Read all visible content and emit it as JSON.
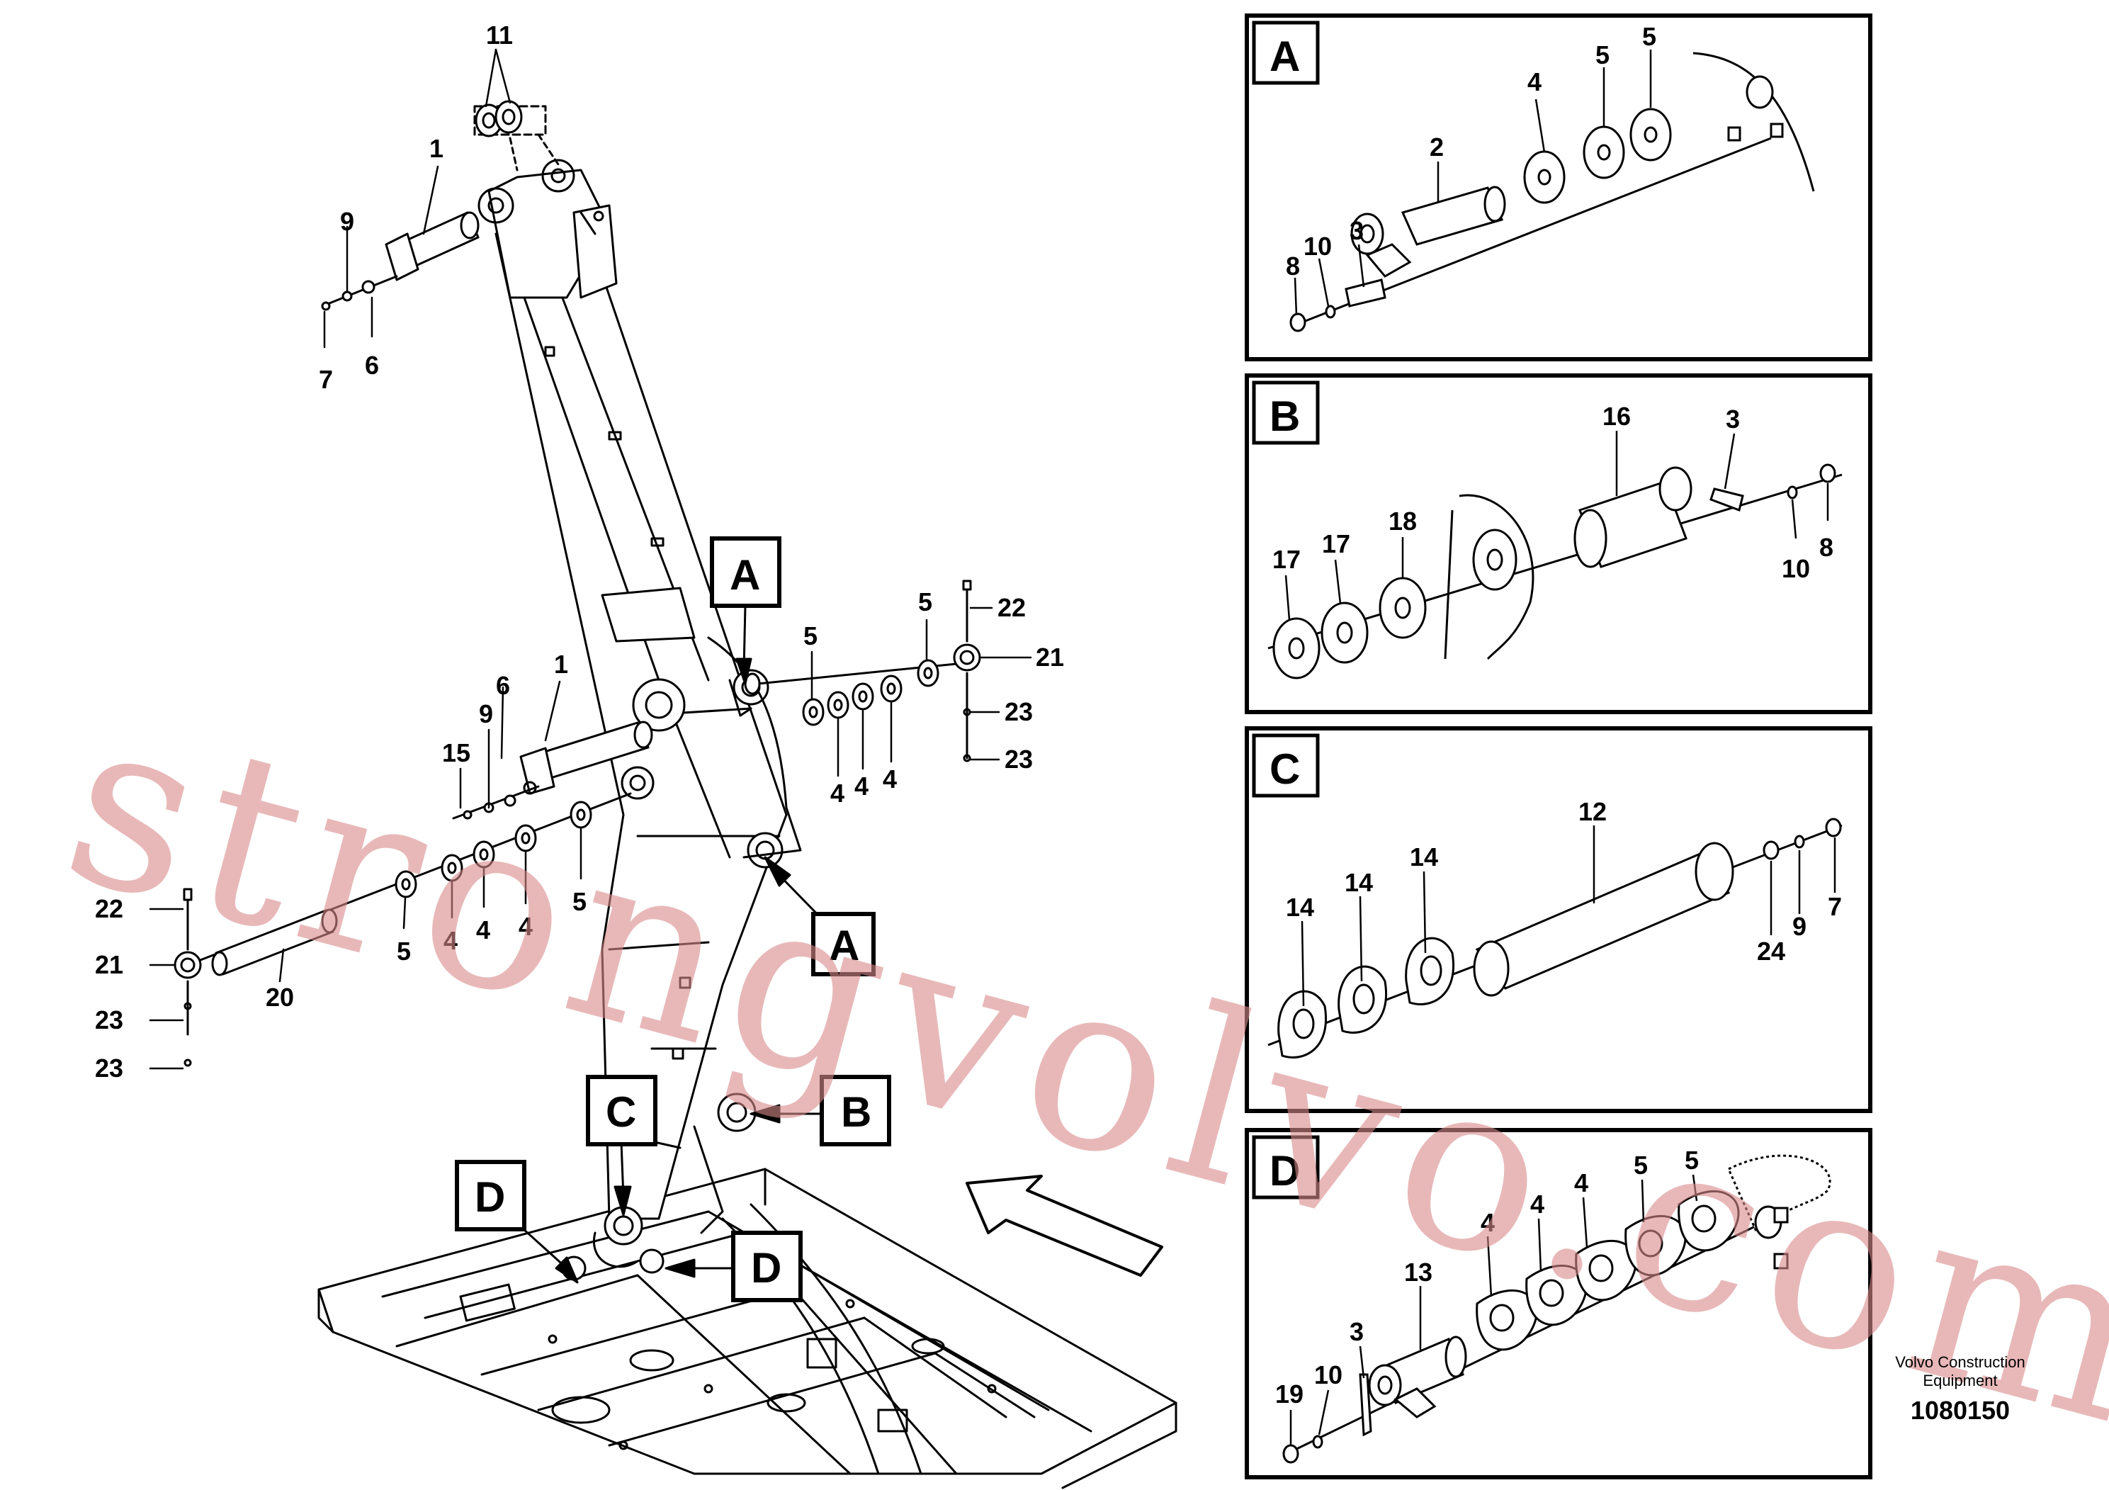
{
  "main_callouts": {
    "top_11": "11",
    "top_1": "1",
    "top_9": "9",
    "top_7": "7",
    "top_6": "6",
    "mid_1": "1",
    "mid_6": "6",
    "mid_9": "9",
    "mid_15": "15",
    "left_22": "22",
    "left_21": "21",
    "left_23a": "23",
    "left_23b": "23",
    "left_20": "20",
    "left_5a": "5",
    "left_4a": "4",
    "left_4b": "4",
    "left_4c": "4",
    "left_5b": "5",
    "right_5a": "5",
    "right_5b": "5",
    "right_4a": "4",
    "right_4b": "4",
    "right_4c": "4",
    "right_22": "22",
    "right_21": "21",
    "right_23a": "23",
    "right_23b": "23"
  },
  "view_markers": {
    "a_top": "A",
    "a_bottom": "A",
    "b": "B",
    "c": "C",
    "d_left": "D",
    "d_right": "D"
  },
  "detail_a": {
    "letter": "A",
    "labels": [
      "2",
      "3",
      "4",
      "5",
      "5",
      "8",
      "10"
    ]
  },
  "detail_b": {
    "letter": "B",
    "labels": [
      "16",
      "3",
      "17",
      "17",
      "18",
      "10",
      "8"
    ]
  },
  "detail_c": {
    "letter": "C",
    "labels": [
      "12",
      "14",
      "14",
      "14",
      "24",
      "9",
      "7"
    ]
  },
  "detail_d": {
    "letter": "D",
    "labels": [
      "13",
      "3",
      "4",
      "4",
      "4",
      "5",
      "5",
      "19",
      "10"
    ]
  },
  "watermark": "strongvolvo.com",
  "footer": {
    "brand_line1": "Volvo Construction",
    "brand_line2": "Equipment",
    "code": "1080150"
  }
}
